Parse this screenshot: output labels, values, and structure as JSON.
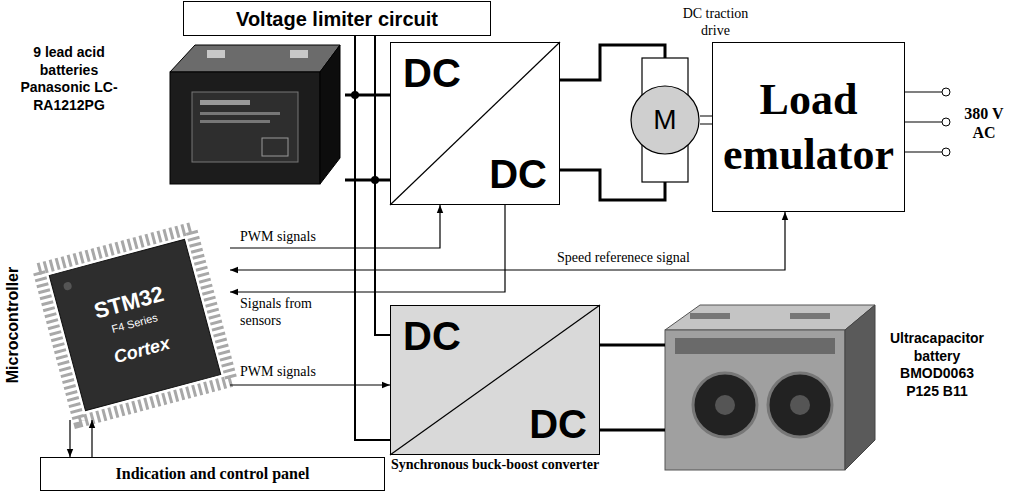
{
  "diagram": {
    "nodes": [
      {
        "text": [
          "Voltage limiter circuit"
        ]
      },
      {
        "text": [
          "9 lead acid batteries Panasonic LC-RA1212PG"
        ]
      },
      {
        "text": [
          "DC",
          "DC"
        ]
      },
      {
        "text": [
          "DC traction drive",
          "M"
        ]
      },
      {
        "text": [
          "Load emulator"
        ]
      },
      {
        "text": [
          "Microcontroller",
          "STM32",
          "F4 Series",
          "Cortex"
        ]
      },
      {
        "text": [
          "DC",
          "DC",
          "Synchronous buck-boost converter"
        ]
      },
      {
        "text": [
          "Ultracapacitor battery BMOD0063 P125 B11"
        ]
      },
      {
        "text": [
          "Indication and control panel"
        ]
      }
    ],
    "edges": [
      {
        "from": 1,
        "to": 2,
        "arrow": "none"
      },
      {
        "from": 1,
        "to": 2,
        "arrow": "none"
      },
      {
        "from": 0,
        "to": 6,
        "arrow": "none"
      },
      {
        "from": 0,
        "to": 6,
        "arrow": "none"
      },
      {
        "from": 2,
        "to": 3,
        "arrow": "none"
      },
      {
        "from": 2,
        "to": 3,
        "arrow": "none"
      },
      {
        "from": 3,
        "to": 4,
        "arrow": "none"
      },
      {
        "from": 5,
        "to": 2,
        "label": "PWM signals",
        "arrow": "to"
      },
      {
        "from": 2,
        "to": 5,
        "label": "Signals from sensors",
        "arrow": "to"
      },
      {
        "from": 4,
        "to": 5,
        "label": "Speed referenece signal",
        "arrow": "both"
      },
      {
        "from": 5,
        "to": 6,
        "label": "PWM signals",
        "arrow": "to"
      },
      {
        "from": 6,
        "to": 7,
        "arrow": "none"
      },
      {
        "from": 6,
        "to": 7,
        "arrow": "none"
      },
      {
        "from": 5,
        "to": 8,
        "arrow": "to"
      },
      {
        "from": 8,
        "to": 5,
        "arrow": "to"
      }
    ],
    "labels": [
      "380 V AC"
    ]
  }
}
